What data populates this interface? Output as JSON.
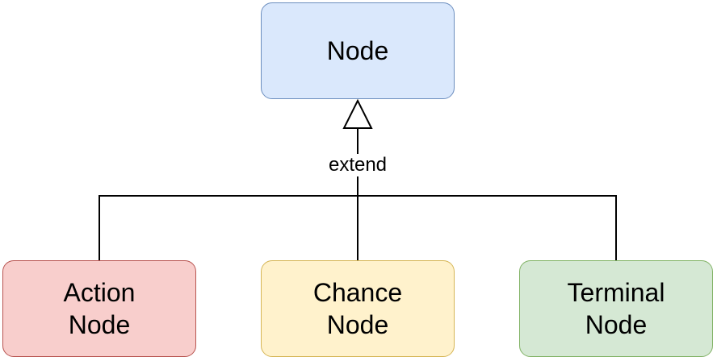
{
  "diagram": {
    "parent": {
      "label": "Node",
      "fill": "#dae8fc",
      "stroke": "#6c8ebf"
    },
    "relationship": {
      "label": "extend"
    },
    "children": [
      {
        "label": "Action\nNode",
        "fill": "#f8cecc",
        "stroke": "#b85450"
      },
      {
        "label": "Chance\nNode",
        "fill": "#fff2cc",
        "stroke": "#d6b656"
      },
      {
        "label": "Terminal\nNode",
        "fill": "#d5e8d4",
        "stroke": "#82b366"
      }
    ],
    "line_color": "#000000"
  }
}
